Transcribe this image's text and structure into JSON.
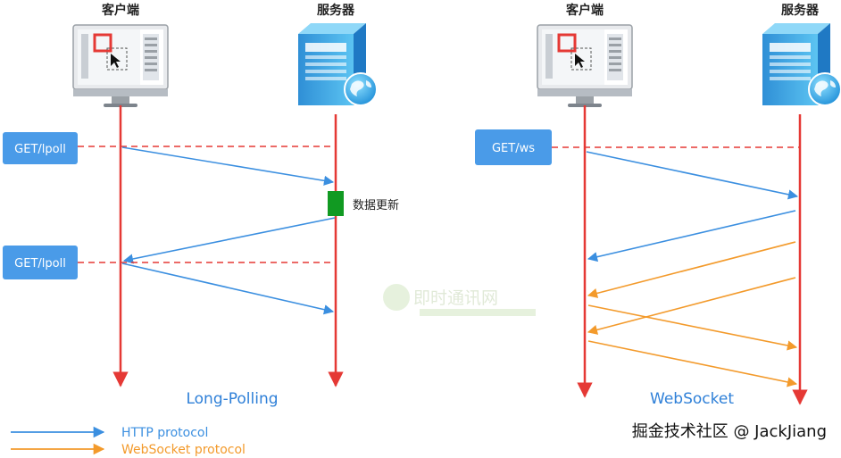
{
  "colors": {
    "lifeline": "#e53935",
    "http": "#3b8fe0",
    "websocket": "#f39a2b",
    "request_box": "#4a9be8",
    "update_marker": "#119a22",
    "title": "#2f80d8"
  },
  "panels": {
    "long_polling": {
      "client_label": "客户端",
      "server_label": "服务器",
      "title": "Long-Polling",
      "requests": [
        "GET/lpoll",
        "GET/lpoll"
      ],
      "update_note": "数据更新"
    },
    "websocket": {
      "client_label": "客户端",
      "server_label": "服务器",
      "title": "WebSocket",
      "requests": [
        "GET/ws"
      ]
    }
  },
  "legend": {
    "http_label": "HTTP protocol",
    "websocket_label": "WebSocket protocol"
  },
  "watermark": {
    "center_logo_text": "即时通讯网",
    "credit": "掘金技术社区 @ JackJiang"
  },
  "icons": {
    "client": "desktop-monitor-icon",
    "server": "server-tower-globe-icon"
  }
}
